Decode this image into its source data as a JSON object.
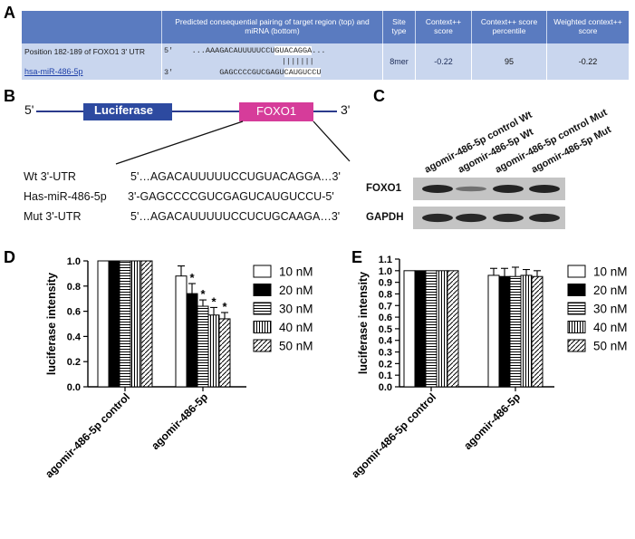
{
  "panel_letters": {
    "a": "A",
    "b": "B",
    "c": "C",
    "d": "D",
    "e": "E"
  },
  "panelA": {
    "headers": [
      "Predicted consequential pairing of target region (top) and miRNA (bottom)",
      "Site type",
      "Context++ score",
      "Context++ score percentile",
      "Weighted context++ score"
    ],
    "position_label": "Position 182-189 of FOXO1 3' UTR",
    "mirna_link": "hsa-miR-486-5p",
    "top_seq_prefix": "5'    ...AAAGACAUUUUUCCU",
    "top_seq_highlight": "GUACAGGA",
    "top_seq_suffix": "...",
    "pairing": "|||||||",
    "bottom_seq_prefix": "3'          GAGCCCCGUCGAGU",
    "bottom_seq_highlight": "CAUGUCCU",
    "site_type": "8mer",
    "context_score": "-0.22",
    "percentile": "95",
    "weighted_score": "-0.22"
  },
  "panelB": {
    "prime5": "5'",
    "prime3": "3'",
    "luciferase": "Luciferase",
    "foxo1": "FOXO1",
    "seqs": [
      {
        "label": "Wt 3'-UTR",
        "seq": "5'…AGACAUUUUUCCUGUACAGGA…3'"
      },
      {
        "label": "Has-miR-486-5p",
        "seq": "3'-GAGCCCCGUCGAGUCAUGUCCU-5'"
      },
      {
        "label": "Mut 3'-UTR",
        "seq": "5'…AGACAUUUUUCCUCUGCAAGA…3'"
      }
    ]
  },
  "panelC": {
    "lanes": [
      "agomir-486-5p control Wt",
      "agomir-486-5p Wt",
      "agomir-486-5p control Mut",
      "agomir-486-5p Mut"
    ],
    "rows": [
      "FOXO1",
      "GAPDH"
    ],
    "foxo1_intensity": [
      1.0,
      0.35,
      1.0,
      1.0
    ]
  },
  "chart_data": [
    {
      "type": "bar",
      "panel": "D",
      "categories": [
        "agomir-486-5p control",
        "agomir-486-5p"
      ],
      "ylabel": "luciferase intensity",
      "ylim": [
        0,
        1.0
      ],
      "yticks": [
        "0.0",
        "0.2",
        "0.4",
        "0.6",
        "0.8",
        "1.0"
      ],
      "series": [
        {
          "name": "10 nM",
          "values": [
            1.0,
            0.88
          ],
          "errors": [
            0,
            0.08
          ]
        },
        {
          "name": "20 nM",
          "values": [
            1.0,
            0.74
          ],
          "errors": [
            0,
            0.08
          ]
        },
        {
          "name": "30 nM",
          "values": [
            1.0,
            0.64
          ],
          "errors": [
            0,
            0.05
          ]
        },
        {
          "name": "40 nM",
          "values": [
            1.0,
            0.57
          ],
          "errors": [
            0,
            0.06
          ]
        },
        {
          "name": "50 nM",
          "values": [
            1.0,
            0.54
          ],
          "errors": [
            0,
            0.05
          ]
        }
      ],
      "significance": [
        "",
        "*",
        "*",
        "*",
        "*"
      ],
      "legend": "right"
    },
    {
      "type": "bar",
      "panel": "E",
      "categories": [
        "agomir-486-5p control",
        "agomir-486-5p"
      ],
      "ylabel": "luciferase intensity",
      "ylim": [
        0,
        1.1
      ],
      "yticks": [
        "0.0",
        "0.1",
        "0.2",
        "0.3",
        "0.4",
        "0.5",
        "0.6",
        "0.7",
        "0.8",
        "0.9",
        "1.0",
        "1.1"
      ],
      "series": [
        {
          "name": "10 nM",
          "values": [
            1.0,
            0.96
          ],
          "errors": [
            0,
            0.06
          ]
        },
        {
          "name": "20 nM",
          "values": [
            1.0,
            0.95
          ],
          "errors": [
            0,
            0.07
          ]
        },
        {
          "name": "30 nM",
          "values": [
            1.0,
            0.95
          ],
          "errors": [
            0,
            0.08
          ]
        },
        {
          "name": "40 nM",
          "values": [
            1.0,
            0.96
          ],
          "errors": [
            0,
            0.05
          ]
        },
        {
          "name": "50 nM",
          "values": [
            1.0,
            0.95
          ],
          "errors": [
            0,
            0.05
          ]
        }
      ],
      "legend": "right"
    }
  ]
}
